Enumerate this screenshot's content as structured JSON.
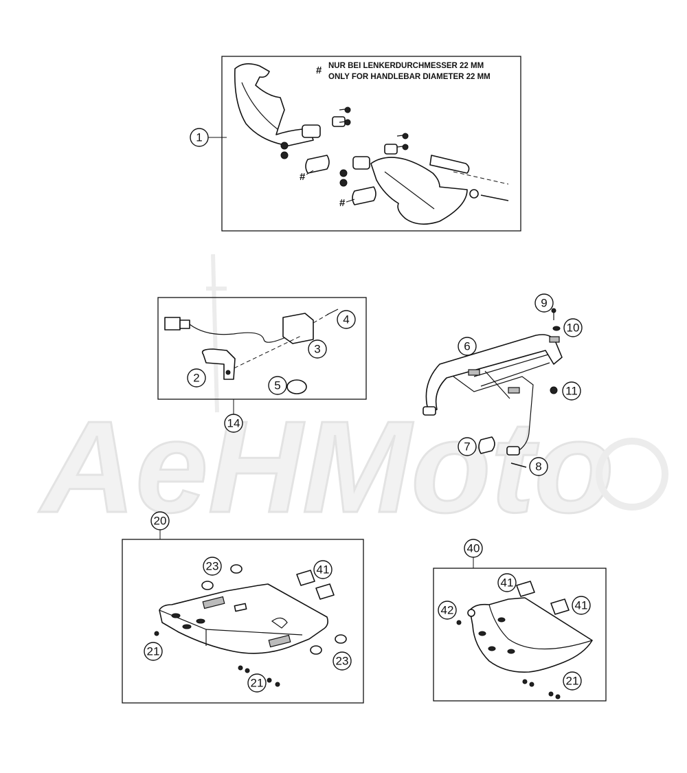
{
  "watermark": {
    "text": "AeHMoto"
  },
  "note": {
    "line1": "NUR BEI LENKERDURCHMESSER 22 MM",
    "line2": "ONLY FOR HANDLEBAR DIAMETER 22 MM",
    "marker": "#"
  },
  "callouts": {
    "c1": "1",
    "c2": "2",
    "c3": "3",
    "c4": "4",
    "c5": "5",
    "c6": "6",
    "c7": "7",
    "c8": "8",
    "c9": "9",
    "c10": "10",
    "c11": "11",
    "c14": "14",
    "c20": "20",
    "c21a": "21",
    "c21b": "21",
    "c21c": "21",
    "c23a": "23",
    "c23b": "23",
    "c40": "40",
    "c41a": "41",
    "c41b": "41",
    "c41c": "41",
    "c42": "42"
  }
}
